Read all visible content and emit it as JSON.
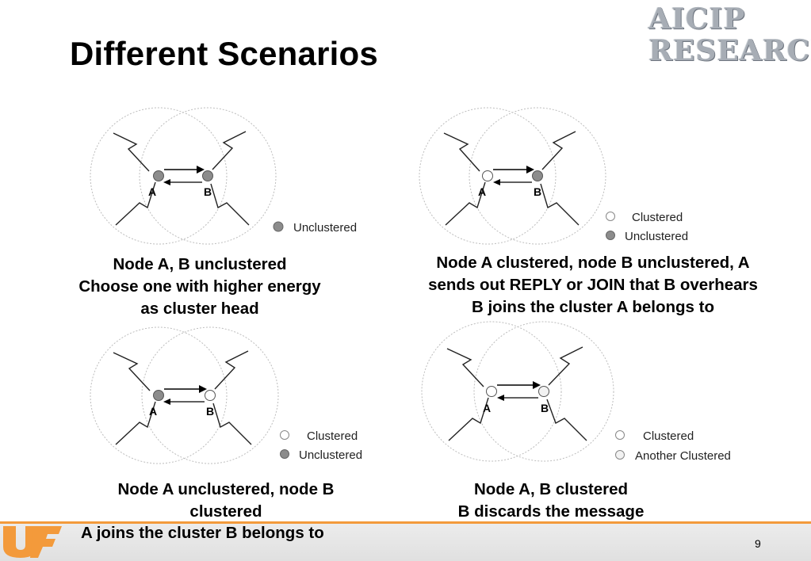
{
  "slide": {
    "title": "Different Scenarios",
    "logo_line1": "AICIP",
    "logo_line2": "RESEARCH",
    "page_number": "9"
  },
  "legend": {
    "clustered": "Clustered",
    "unclustered": "Unclustered",
    "another_clustered": "Another Clustered"
  },
  "nodes": {
    "a": "A",
    "b": "B"
  },
  "scenarios": [
    {
      "caption_lines": [
        "Node A, B unclustered",
        "Choose one with higher energy",
        "as cluster head"
      ]
    },
    {
      "caption_lines": [
        "Node A clustered, node B unclustered, A",
        "sends out REPLY or JOIN that B overhears",
        "B joins the cluster A belongs to"
      ]
    },
    {
      "caption_lines": [
        "Node A unclustered, node B",
        "clustered"
      ]
    },
    {
      "caption_lines": [
        "Node A, B clustered",
        "B discards the message"
      ]
    }
  ],
  "footer": {
    "text": "A joins the cluster B belongs to"
  },
  "colors": {
    "accent": "#f39a3b",
    "unclustered_node": "#8c8c8c",
    "clustered_node": "#ffffff"
  }
}
